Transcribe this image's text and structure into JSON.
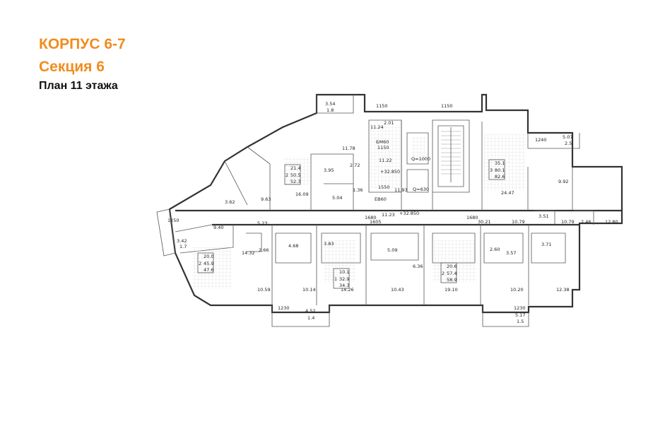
{
  "header": {
    "building": "КОРПУС 6-7",
    "section": "Секция 6",
    "floor_plan": "План 11 этажа"
  },
  "colors": {
    "accent": "#f08c1e",
    "text": "#111111",
    "walls": "#333333"
  },
  "room_labels": {
    "r1": "3.54",
    "r2": "1.8",
    "r3": "1150",
    "r4": "1150",
    "r5": "11.24",
    "r6": "2.01",
    "r7": "БМ60",
    "r8": "1150",
    "r9": "11.78",
    "r10": "11.22",
    "r11": "+32.850",
    "r12": "1550",
    "r13": "11.93",
    "r14": "Q=1000",
    "r15": "Q=630",
    "r16": "ЕВ60",
    "r17": "3.95",
    "r18": "2.72",
    "r19": "16.09",
    "r20": "5.04",
    "r21": "1.36",
    "r22": "9.63",
    "r23": "3.62",
    "r24": "5.23",
    "r25": "9.40",
    "r26": "1250",
    "r27": "3.42",
    "r28": "1.7",
    "r29": "14.32",
    "r30": "2.66",
    "r31": "4.68",
    "r32": "3.83",
    "r33": "1680",
    "r34": "1605",
    "r35": "11.23",
    "r36": "+32.850",
    "r37": "5.09",
    "r38": "6.36",
    "r39": "1680",
    "r40": "30.21",
    "r41": "10.79",
    "r42": "3.51",
    "r43": "10.79",
    "r44": "2.46",
    "r45": "12.80",
    "r46": "2.60",
    "r47": "3.57",
    "r48": "3.71",
    "r49": "10.59",
    "r50": "10.14",
    "r51": "14.26",
    "r52": "10.43",
    "r53": "19.10",
    "r54": "10.20",
    "r55": "12.38",
    "r56": "1230",
    "r57": "4.52",
    "r58": "1.4",
    "r59": "1230",
    "r60": "5.17",
    "r61": "1.5",
    "r62": "24.47",
    "r63": "9.92",
    "r64": "1240",
    "r65": "5.07",
    "r66": "2.5"
  },
  "apartments": [
    {
      "rooms": "2",
      "living": "21.4",
      "total": "50.5",
      "area": "52.3"
    },
    {
      "rooms": "3",
      "living": "35.1",
      "total": "80.1",
      "area": "82.6"
    },
    {
      "rooms": "2",
      "living": "20.0",
      "total": "45.9",
      "area": "47.6"
    },
    {
      "rooms": "1",
      "living": "10.1",
      "total": "32.9",
      "area": "34.3"
    },
    {
      "rooms": "2",
      "living": "20.6",
      "total": "57.4",
      "area": "58.9"
    }
  ]
}
